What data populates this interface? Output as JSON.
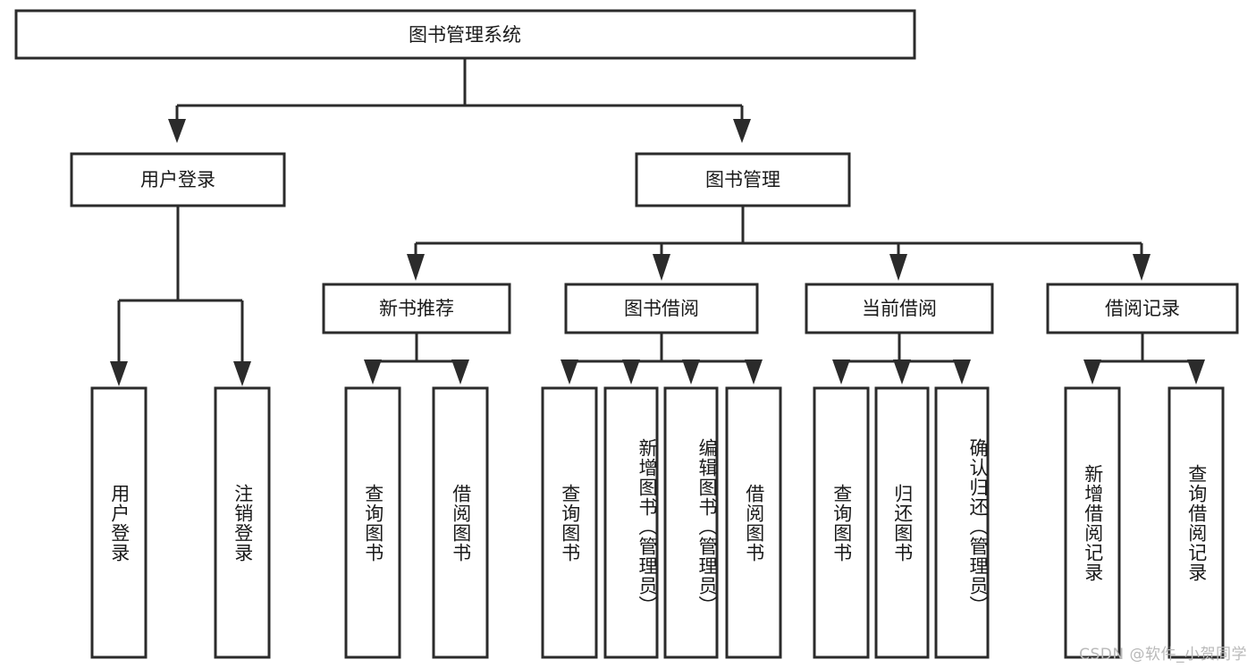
{
  "diagram": {
    "title": "图书管理系统",
    "type": "tree",
    "colors": {
      "background": "#ffffff",
      "box_fill": "#ffffff",
      "box_stroke": "#2b2b2b",
      "connector": "#2b2b2b",
      "text": "#1a1a1a",
      "watermark": "#b9b9b9"
    },
    "root": {
      "id": "root",
      "label": "图书管理系统"
    },
    "level2": [
      {
        "id": "user-login",
        "label": "用户登录"
      },
      {
        "id": "book-manage",
        "label": "图书管理"
      }
    ],
    "level3": [
      {
        "id": "new-book-recommend",
        "label": "新书推荐",
        "parent": "book-manage"
      },
      {
        "id": "book-borrow",
        "label": "图书借阅",
        "parent": "book-manage"
      },
      {
        "id": "current-borrow",
        "label": "当前借阅",
        "parent": "book-manage"
      },
      {
        "id": "borrow-record",
        "label": "借阅记录",
        "parent": "book-manage"
      }
    ],
    "leaves": {
      "user-login": [
        {
          "id": "leaf-user-login",
          "label": "用户登录"
        },
        {
          "id": "leaf-logout",
          "label": "注销登录"
        }
      ],
      "new-book-recommend": [
        {
          "id": "leaf-query-book-1",
          "label": "查询图书"
        },
        {
          "id": "leaf-borrow-book-1",
          "label": "借阅图书"
        }
      ],
      "book-borrow": [
        {
          "id": "leaf-query-book-2",
          "label": "查询图书"
        },
        {
          "id": "leaf-add-book",
          "label": "新增图书（管理员）"
        },
        {
          "id": "leaf-edit-book",
          "label": "编辑图书（管理员）"
        },
        {
          "id": "leaf-borrow-book-2",
          "label": "借阅图书"
        }
      ],
      "current-borrow": [
        {
          "id": "leaf-query-book-3",
          "label": "查询图书"
        },
        {
          "id": "leaf-return-book",
          "label": "归还图书"
        },
        {
          "id": "leaf-confirm-return",
          "label": "确认归还（管理员）"
        }
      ],
      "borrow-record": [
        {
          "id": "leaf-add-record",
          "label": "新增借阅记录"
        },
        {
          "id": "leaf-query-record",
          "label": "查询借阅记录"
        }
      ]
    }
  },
  "watermark": {
    "text": "CSDN @软件_小贺同学"
  }
}
